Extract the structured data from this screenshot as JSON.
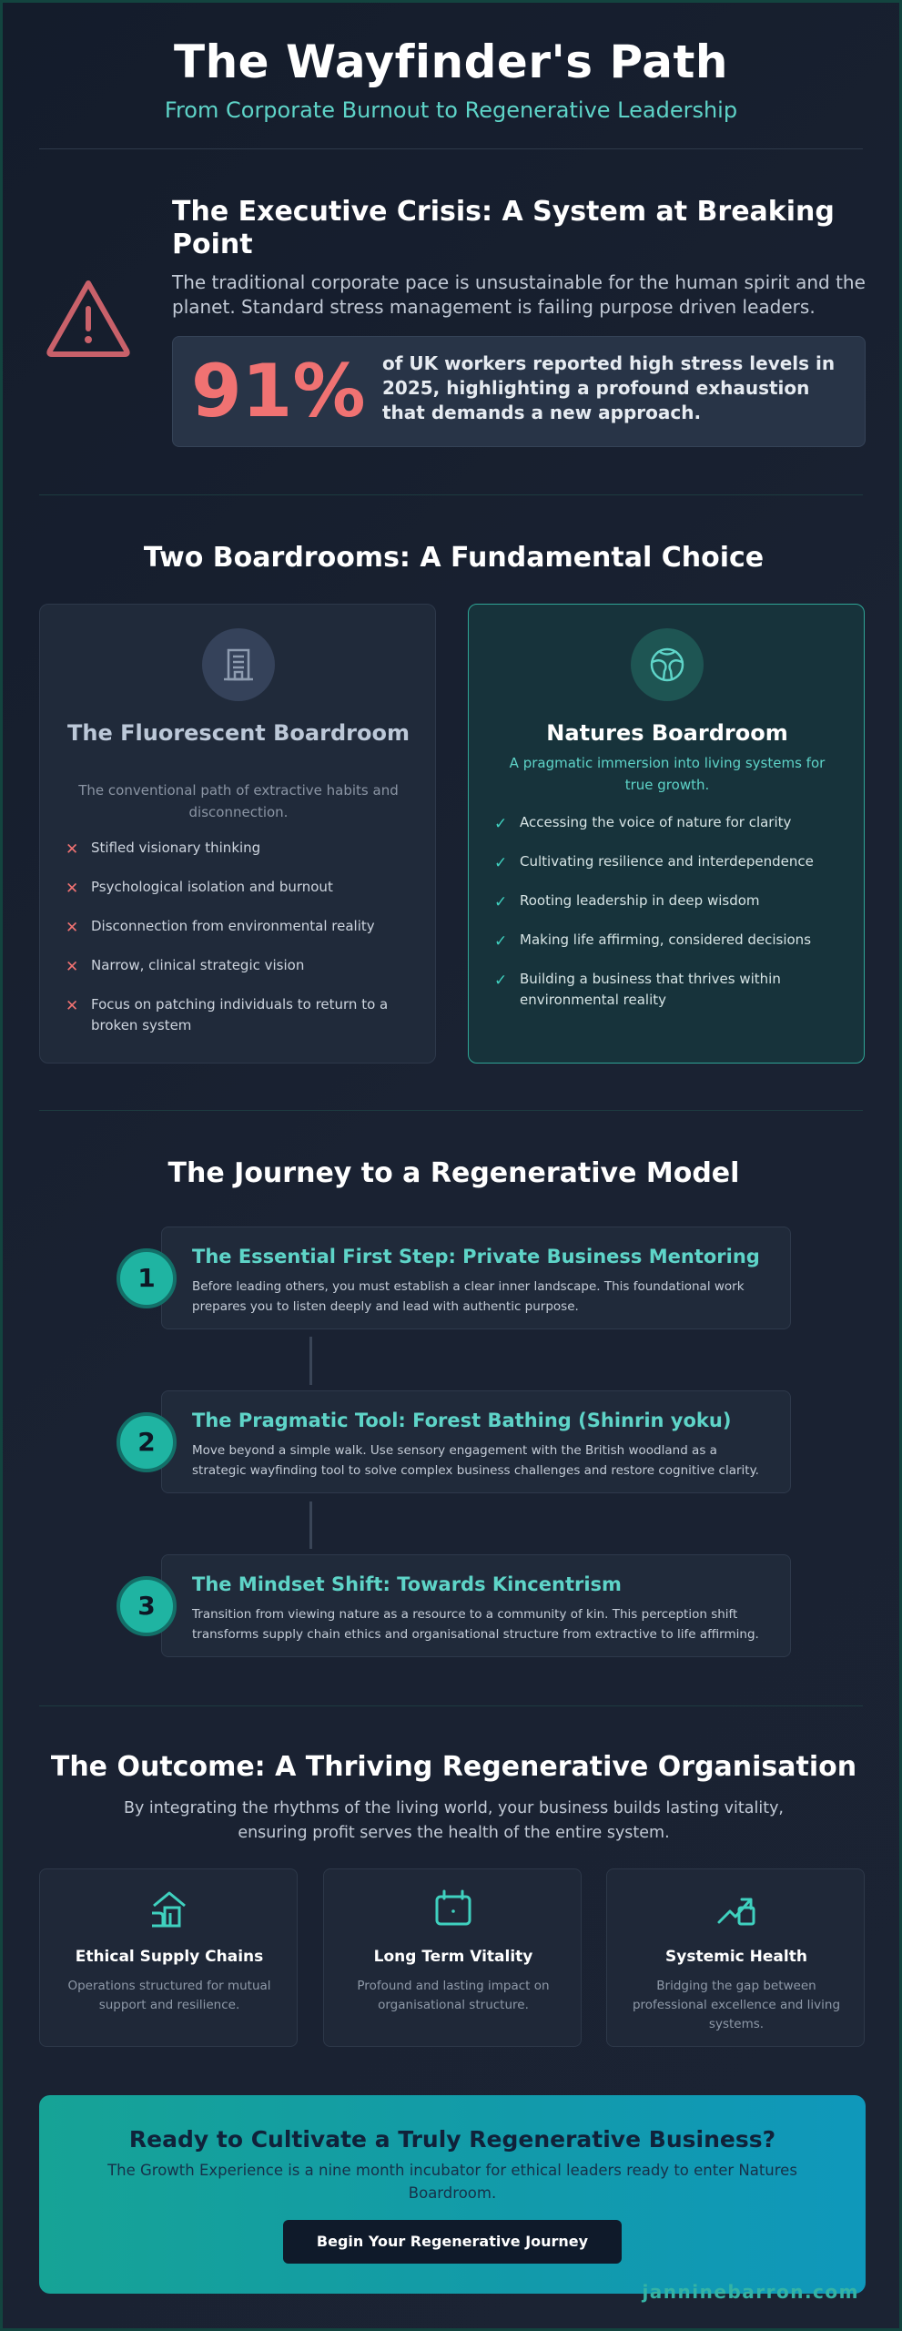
{
  "header": {
    "title": "The Wayfinder's Path",
    "subtitle": "From Corporate Burnout to Regenerative Leadership"
  },
  "crisis": {
    "icon": "warning-triangle-icon",
    "title": "The Executive Crisis: A System at Breaking Point",
    "text": "The traditional corporate pace is unsustainable for the human spirit and the planet. Standard stress management is failing purpose driven leaders.",
    "stat_value": "91%",
    "stat_text": "of UK workers reported high stress levels in 2025, highlighting a profound exhaustion that demands a new approach."
  },
  "boardrooms": {
    "title": "Two Boardrooms: A Fundamental Choice",
    "fluorescent": {
      "icon": "office-building-icon",
      "title": "The Fluorescent Boardroom",
      "description": "The conventional path of extractive habits and disconnection.",
      "items": [
        "Stifled visionary thinking",
        "Psychological isolation and burnout",
        "Disconnection from environmental reality",
        "Narrow, clinical strategic vision",
        "Focus on patching individuals to return to a broken system"
      ]
    },
    "nature": {
      "icon": "globe-icon",
      "title": "Natures Boardroom",
      "description": "A pragmatic immersion into living systems for true growth.",
      "items": [
        "Accessing the voice of nature for clarity",
        "Cultivating resilience and interdependence",
        "Rooting leadership in deep wisdom",
        "Making life affirming, considered decisions",
        "Building a business that thrives within environmental reality"
      ]
    }
  },
  "journey": {
    "title": "The Journey to a Regenerative Model",
    "steps": [
      {
        "number": "1",
        "title": "The Essential First Step: Private Business Mentoring",
        "text": "Before leading others, you must establish a clear inner landscape. This foundational work prepares you to listen deeply and lead with authentic purpose."
      },
      {
        "number": "2",
        "title": "The Pragmatic Tool: Forest Bathing (Shinrin yoku)",
        "text": "Move beyond a simple walk. Use sensory engagement with the British woodland as a strategic wayfinding tool to solve complex business challenges and restore cognitive clarity."
      },
      {
        "number": "3",
        "title": "The Mindset Shift: Towards Kincentrism",
        "text": "Transition from viewing nature as a resource to a community of kin. This perception shift transforms supply chain ethics and organisational structure from extractive to life affirming."
      }
    ]
  },
  "outcome": {
    "title": "The Outcome: A Thriving Regenerative Organisation",
    "text": "By integrating the rhythms of the living world, your business builds lasting vitality, ensuring profit serves the health of the entire system.",
    "cards": [
      {
        "icon": "hand-holding-building-icon",
        "title": "Ethical Supply Chains",
        "text": "Operations structured for mutual support and resilience."
      },
      {
        "icon": "calendar-icon",
        "title": "Long Term Vitality",
        "text": "Profound and lasting impact on organisational structure."
      },
      {
        "icon": "trend-arrow-icon",
        "title": "Systemic Health",
        "text": "Bridging the gap between professional excellence and living systems."
      }
    ]
  },
  "cta": {
    "title": "Ready to Cultivate a Truly Regenerative Business?",
    "text": "The Growth Experience is a nine month incubator for ethical leaders ready to enter Natures Boardroom.",
    "button_label": "Begin Your Regenerative Journey"
  },
  "footer": {
    "brand": "janninebarron.com"
  },
  "colors": {
    "accent": "#5ed4c8",
    "alert": "#f07272",
    "background": "#141c2b"
  }
}
